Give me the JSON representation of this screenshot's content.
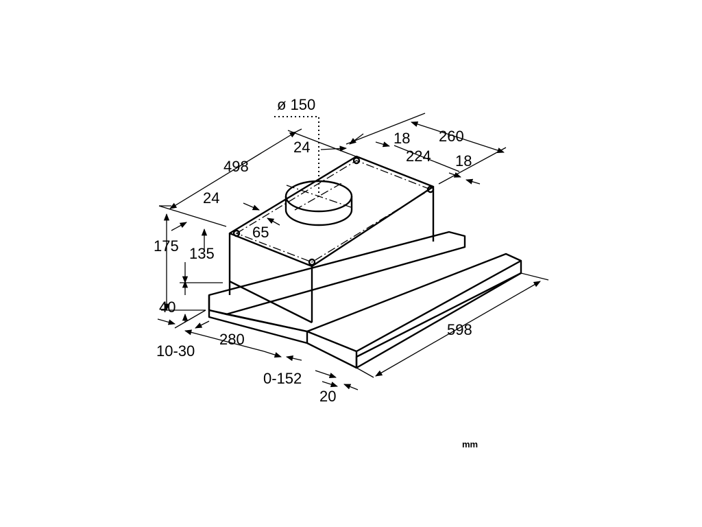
{
  "diagram": {
    "dimensions": {
      "d150": "ø 150",
      "d498": "498",
      "d24_top": "24",
      "d18_top": "18",
      "d260": "260",
      "d224": "224",
      "d18_right": "18",
      "d24_left": "24",
      "d65": "65",
      "d175": "175",
      "d135": "135",
      "d40": "40",
      "d10_30": "10-30",
      "d280": "280",
      "d0_152": "0-152",
      "d20": "20",
      "d598": "598"
    },
    "unit": "mm"
  }
}
